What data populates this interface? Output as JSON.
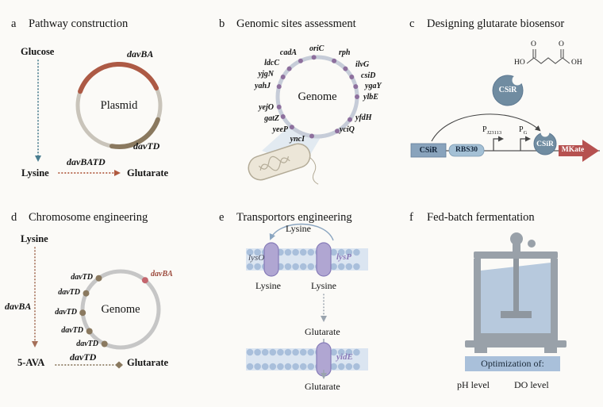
{
  "panels": {
    "a": {
      "letter": "a",
      "title": "Pathway construction",
      "glucose": "Glucose",
      "plasmid_label": "Plasmid",
      "gene_davBA": "davBA",
      "gene_davTD": "davTD",
      "lysine": "Lysine",
      "operon": "davBATD",
      "glutarate": "Glutarate"
    },
    "b": {
      "letter": "b",
      "title": "Genomic sites assessment",
      "genome_label": "Genome",
      "genes": [
        "cadA",
        "oriC",
        "rph",
        "ldcC",
        "ilvG",
        "yjgN",
        "csiD",
        "yahJ",
        "ygaY",
        "ylbE",
        "yejO",
        "yfdH",
        "gatZ",
        "yeeP",
        "yciQ",
        "yncI"
      ]
    },
    "c": {
      "letter": "c",
      "title": "Designing glutarate biosensor",
      "csir_protein": "CSiR",
      "csir_gene": "CSiR",
      "rbs": "RBS30",
      "promoter1_base": "P",
      "promoter1_sub": "J23113",
      "promoter2_base": "P",
      "promoter2_sub": "G",
      "csir_dna": "CSiR",
      "reporter": "MKate",
      "molecule": {
        "ho": "HO",
        "o1": "O",
        "o2": "O",
        "oh": "OH"
      }
    },
    "d": {
      "letter": "d",
      "title": "Chromosome engineering",
      "lysine": "Lysine",
      "gene_davBA": "davBA",
      "ava": "5-AVA",
      "gene_davTD": "davTD",
      "glutarate": "Glutarate",
      "genome_label": "Genome",
      "insertions": [
        "davTD",
        "davTD",
        "davTD",
        "davTD",
        "davTD"
      ],
      "insertion_davBA": "davBA"
    },
    "e": {
      "letter": "e",
      "title": "Transportors engineering",
      "lysine_top": "Lysine",
      "lysO": "lysO",
      "lysP": "lysP",
      "lysine_left": "Lysine",
      "lysine_right": "Lysine",
      "glutarate_mid": "Glutarate",
      "yidE": "yidE",
      "glutarate_bottom": "Glutarate"
    },
    "f": {
      "letter": "f",
      "title": "Fed-batch fermentation",
      "optimization": "Optimization of:",
      "ph": "pH level",
      "do": "DO level"
    }
  },
  "colors": {
    "teal_arrow": "#4a7d8f",
    "brick": "#b05a3f",
    "tan": "#8a795f",
    "genome_dot_purple": "#8d6f9d",
    "membrane_blue": "#a9bfdb",
    "transporter_purple": "#b0a6d2",
    "sensor_slate": "#708ca1",
    "reporter_red": "#b65150",
    "highlight_blue": "#a9c0da",
    "insertion_red": "#c4656d"
  }
}
